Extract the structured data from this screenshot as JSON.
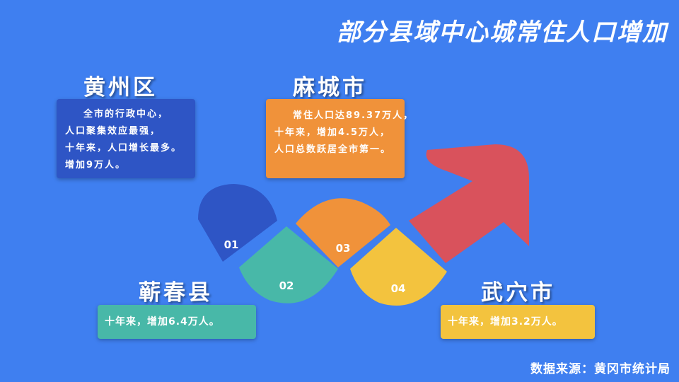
{
  "title": "部分县域中心城常住人口增加",
  "regions": {
    "huangzhou": {
      "name": "黄州区",
      "lines": [
        "全市的行政中心，",
        "人口聚集效应最强，",
        "十年来，人口增长最多。",
        "增加9万人。"
      ],
      "color": "#2e55c5"
    },
    "macheng": {
      "name": "麻城市",
      "lines": [
        "常住人口达89.37万人，",
        "十年来，增加4.5万人，",
        "人口总数跃居全市第一。"
      ],
      "color": "#f0923a"
    },
    "qichun": {
      "name": "蕲春县",
      "lines": [
        "十年来，增加6.4万人。"
      ],
      "color": "#48b8a8"
    },
    "wuxue": {
      "name": "武穴市",
      "lines": [
        "十年来，增加3.2万人。"
      ],
      "color": "#f3c33e"
    }
  },
  "steps": [
    "01",
    "02",
    "03",
    "04"
  ],
  "source": "数据来源：黄冈市统计局",
  "colors": {
    "background": "#3f7ff0",
    "arrow": "#d9525c",
    "step1": "#2e55c5",
    "step2": "#48b8a8",
    "step3": "#f0923a",
    "step4": "#f3c33e"
  }
}
